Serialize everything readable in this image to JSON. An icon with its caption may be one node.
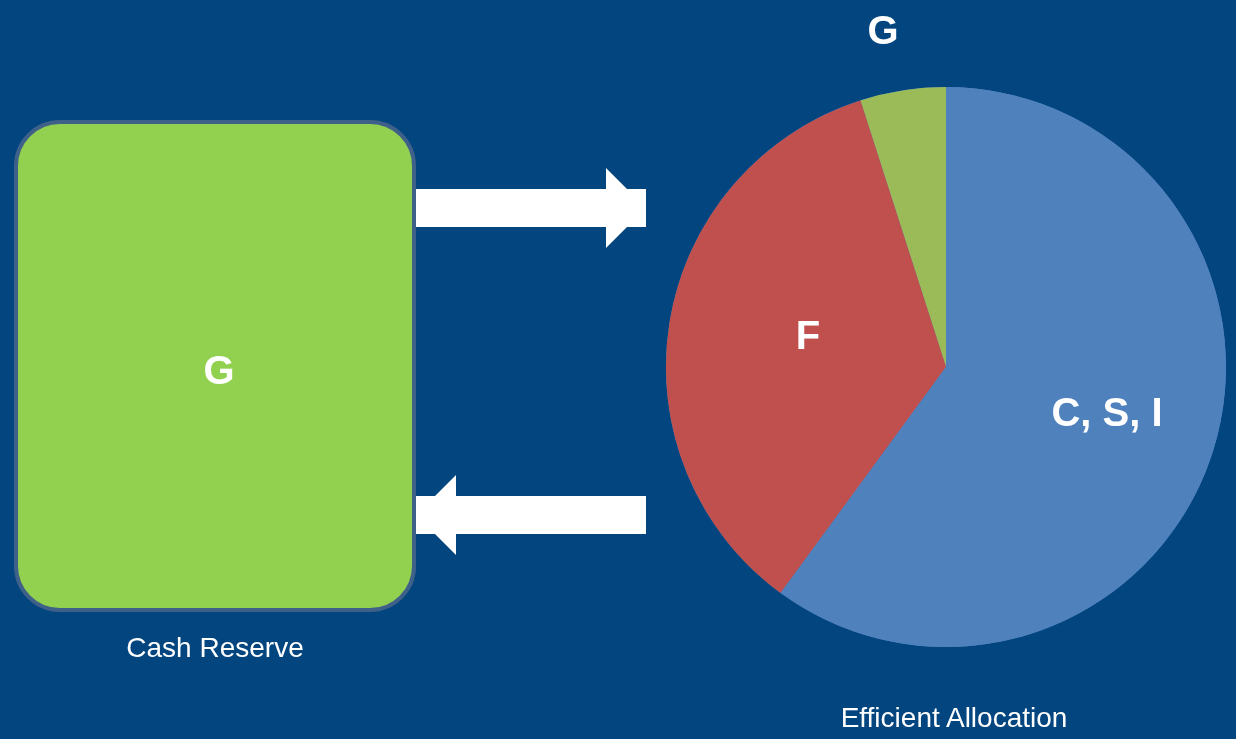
{
  "diagram": {
    "nodes": [
      {
        "text": [
          "G"
        ],
        "beside": [
          "Cash Reserve"
        ]
      },
      {
        "text": [],
        "shape": "circle",
        "beside": [
          "Efficient Allocation"
        ]
      },
      {
        "text": [
          "G"
        ],
        "in": 1
      },
      {
        "text": [
          "F"
        ],
        "in": 1
      },
      {
        "text": [
          "C, S, I"
        ],
        "in": 1
      }
    ],
    "edges": [
      {
        "from": 0,
        "to": 1,
        "arrow": "to"
      },
      {
        "from": 1,
        "to": 0,
        "arrow": "to"
      }
    ]
  }
}
